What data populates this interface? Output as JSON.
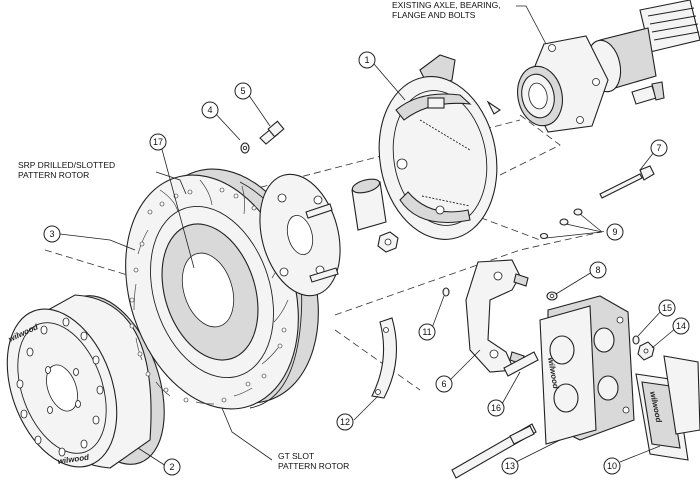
{
  "callouts": {
    "existing_axle": [
      "EXISTING AXLE, BEARING,",
      "FLANGE AND BOLTS"
    ],
    "srp_rotor": [
      "SRP DRILLED/SLOTTED",
      "PATTERN ROTOR"
    ],
    "gt_rotor": [
      "GT SLOT",
      "PATTERN ROTOR"
    ]
  },
  "part_numbers": {
    "p1": "1",
    "p2": "2",
    "p3": "3",
    "p4": "4",
    "p5": "5",
    "p6": "6",
    "p7": "7",
    "p8": "8",
    "p9": "9",
    "p10": "10",
    "p11": "11",
    "p12": "12",
    "p13": "13",
    "p14": "14",
    "p15": "15",
    "p16": "16",
    "p17": "17"
  },
  "logos": {
    "brand": "wilwood"
  }
}
